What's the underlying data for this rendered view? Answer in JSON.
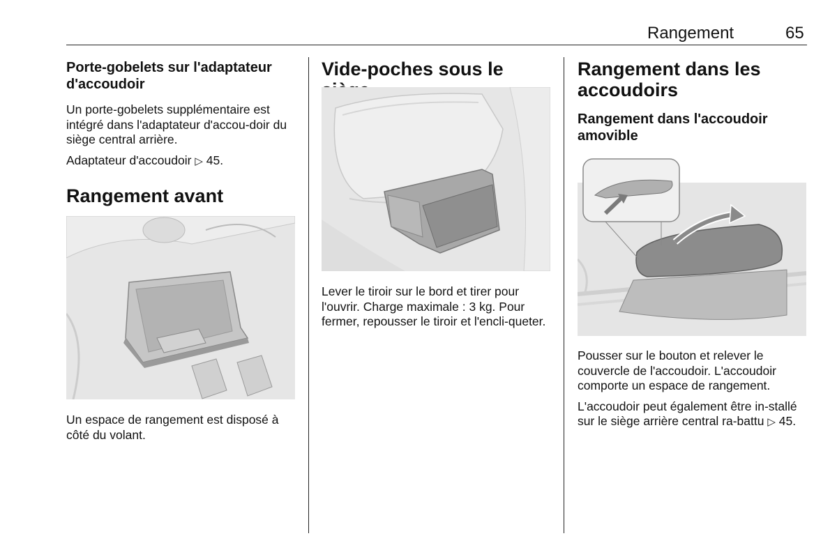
{
  "header": {
    "section_title": "Rangement",
    "page_number": "65"
  },
  "col1": {
    "heading_cupholder": "Porte-gobelets sur l'adaptateur d'accoudoir",
    "cupholder_text": "Un porte-gobelets supplémentaire est intégré dans l'adaptateur d'accou-doir du siège central arrière.",
    "cupholder_ref": "Adaptateur d'accoudoir",
    "cupholder_ref_page": "45.",
    "heading_front": "Rangement avant",
    "front_text": "Un espace de rangement est disposé à côté du volant."
  },
  "col2": {
    "heading_underseat": "Vide-poches sous le siège",
    "underseat_text": "Lever le tiroir sur le bord et tirer pour l'ouvrir. Charge maximale : 3 kg. Pour fermer, repousser le tiroir et l'encli-queter."
  },
  "col3": {
    "heading_armrest": "Rangement dans les accoudoirs",
    "subheading_removable": "Rangement dans l'accoudoir amovible",
    "armrest_text": "Pousser sur le bouton et relever le couvercle de l'accoudoir. L'accoudoir comporte un espace de rangement.",
    "armrest_text2": "L'accoudoir peut également être in-stallé sur le siège arrière central ra-battu",
    "armrest_ref_page": "45."
  },
  "icons": {
    "xref": "arrow-right-outline-icon"
  }
}
